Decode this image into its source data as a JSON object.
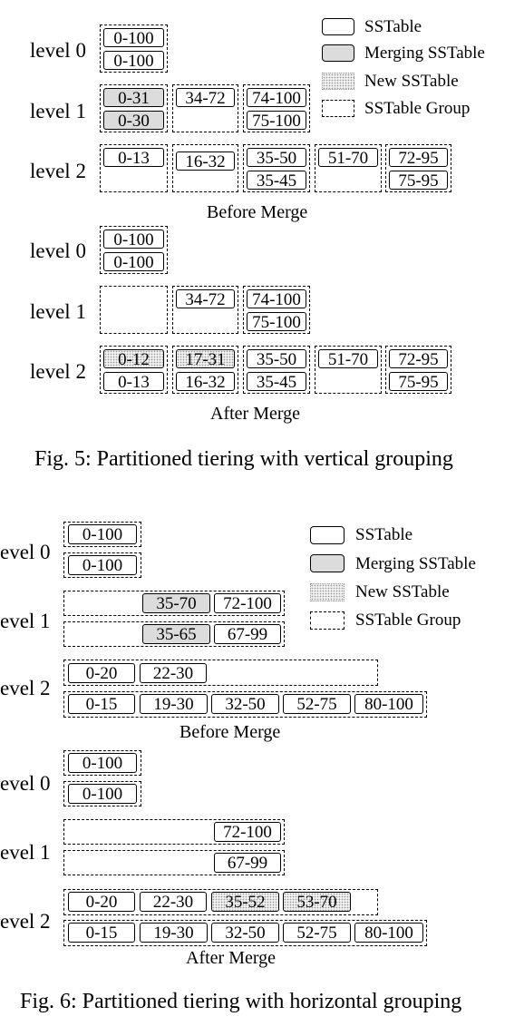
{
  "fig5": {
    "caption": "Fig. 5: Partitioned tiering with vertical grouping",
    "legend": {
      "sstable": "SSTable",
      "merging": "Merging SSTable",
      "new": "New SSTable",
      "group": "SSTable Group"
    },
    "before": {
      "caption": "Before Merge",
      "level0": {
        "label": "level 0",
        "groups": [
          [
            "0-100",
            "0-100"
          ]
        ]
      },
      "level1": {
        "label": "level 1",
        "groups": [
          [
            "0-31",
            "0-30"
          ],
          [
            "34-72"
          ],
          [
            "74-100",
            "75-100"
          ]
        ]
      },
      "level2": {
        "label": "level 2",
        "groups": [
          [
            "0-13"
          ],
          [
            "16-32"
          ],
          [
            "35-50",
            "35-45"
          ],
          [
            "51-70"
          ],
          [
            "72-95",
            "75-95"
          ]
        ]
      }
    },
    "after": {
      "caption": "After Merge",
      "level0": {
        "label": "level 0",
        "groups": [
          [
            "0-100",
            "0-100"
          ]
        ]
      },
      "level1": {
        "label": "level 1",
        "groups": [
          [],
          [
            "34-72"
          ],
          [
            "74-100",
            "75-100"
          ]
        ]
      },
      "level2": {
        "label": "level 2",
        "groups": [
          [
            "0-12",
            "0-13"
          ],
          [
            "17-31",
            "16-32"
          ],
          [
            "35-50",
            "35-45"
          ],
          [
            "51-70"
          ],
          [
            "72-95",
            "75-95"
          ]
        ]
      }
    }
  },
  "fig6": {
    "caption": "Fig. 6: Partitioned tiering with horizontal grouping",
    "legend": {
      "sstable": "SSTable",
      "merging": "Merging SSTable",
      "new": "New SSTable",
      "group": "SSTable Group"
    },
    "before": {
      "caption": "Before Merge",
      "level0": {
        "label": "evel 0",
        "rows": [
          [
            "0-100"
          ],
          [
            "0-100"
          ]
        ]
      },
      "level1": {
        "label": "evel 1",
        "rows": [
          [
            "35-70",
            "72-100"
          ],
          [
            "35-65",
            "67-99"
          ]
        ]
      },
      "level2": {
        "label": "evel 2",
        "rows": [
          [
            "0-20",
            "22-30"
          ],
          [
            "0-15",
            "19-30",
            "32-50",
            "52-75",
            "80-100"
          ]
        ]
      }
    },
    "after": {
      "caption": "After Merge",
      "level0": {
        "label": "evel 0",
        "rows": [
          [
            "0-100"
          ],
          [
            "0-100"
          ]
        ]
      },
      "level1": {
        "label": "evel 1",
        "rows": [
          [
            "72-100"
          ],
          [
            "67-99"
          ]
        ]
      },
      "level2": {
        "label": "evel 2",
        "rows": [
          [
            "0-20",
            "22-30",
            "35-52",
            "53-70"
          ],
          [
            "0-15",
            "19-30",
            "32-50",
            "52-75",
            "80-100"
          ]
        ]
      }
    }
  }
}
